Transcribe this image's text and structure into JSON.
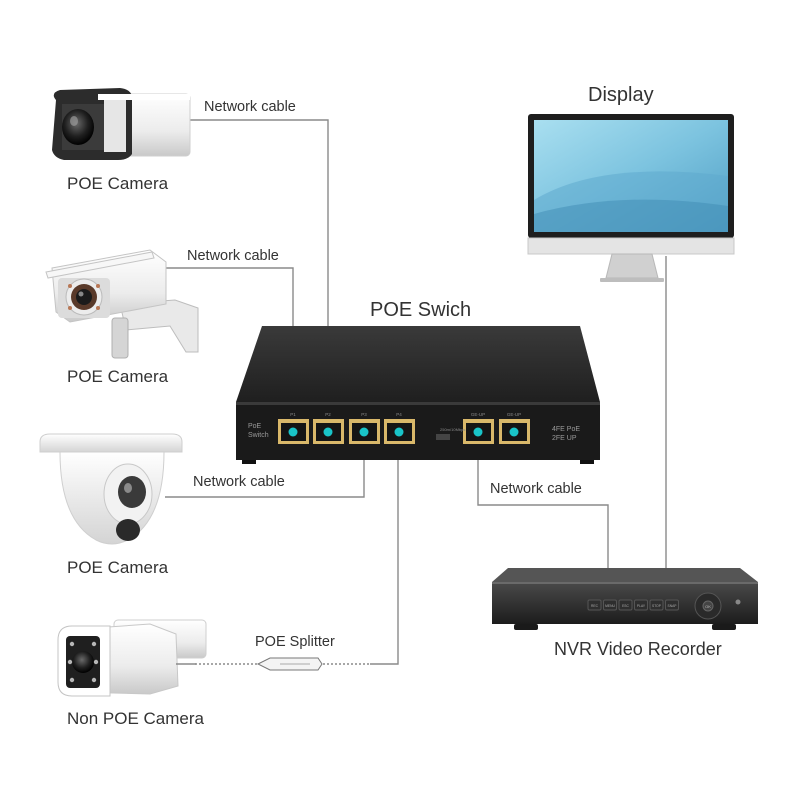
{
  "devices": {
    "camera_1": "POE Camera",
    "camera_2": "POE Camera",
    "camera_3": "POE Camera",
    "camera_4": "Non POE Camera",
    "switch": "POE Swich",
    "display": "Display",
    "nvr": "NVR Video Recorder"
  },
  "connections": {
    "cable_1": "Network cable",
    "cable_2": "Network cable",
    "cable_3": "Network cable",
    "splitter": "POE Splitter",
    "cable_nvr": "Network cable"
  },
  "switch_panel": {
    "left_text_1": "PoE",
    "left_text_2": "Switch",
    "right_text_1": "4FE PoE",
    "right_text_2": "2FE UP",
    "port_labels": [
      "P1",
      "P2",
      "P3",
      "P4",
      "GE-UP",
      "GE-UP"
    ],
    "dip_label": "250m/10Mbps"
  },
  "nvr_panel": {
    "buttons": [
      "REC",
      "MENU",
      "ESC",
      "PLAY",
      "STOP",
      "SNAP"
    ],
    "nav_center": "OK"
  },
  "colors": {
    "cable": "#8a8a8a",
    "port_glow": "#19c4c8",
    "switch_body": "#2b2b2b",
    "screen": "#8fd0e8"
  }
}
